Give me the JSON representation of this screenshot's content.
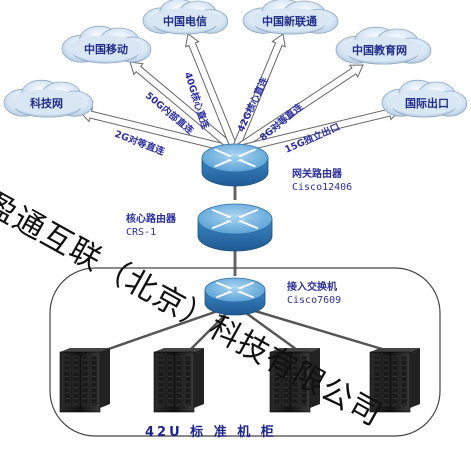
{
  "clouds": [
    {
      "id": "kejiwang",
      "label": "科技网"
    },
    {
      "id": "mobile",
      "label": "中国移动"
    },
    {
      "id": "telecom",
      "label": "中国电信"
    },
    {
      "id": "unicom",
      "label": "中国新联通"
    },
    {
      "id": "cernet",
      "label": "中国教育网"
    },
    {
      "id": "intl",
      "label": "国际出口"
    }
  ],
  "links": [
    {
      "to": "kejiwang",
      "label": "2G对等直连"
    },
    {
      "to": "mobile",
      "label": "50G内部直连"
    },
    {
      "to": "telecom",
      "label": "40G核心直连"
    },
    {
      "to": "unicom",
      "label": "42G核心直连"
    },
    {
      "to": "cernet",
      "label": "8G对等直连"
    },
    {
      "to": "intl",
      "label": "15G独立出口"
    }
  ],
  "devices": {
    "gateway": {
      "name": "网关路由器",
      "model": "Cisco12406"
    },
    "core": {
      "name": "核心路由器",
      "model": "CRS-1"
    },
    "access": {
      "name": "接入交换机",
      "model": "Cisco7609"
    }
  },
  "racks": {
    "count": 4,
    "caption": "42U  标  准  机  柜"
  },
  "watermark": "盈通互联（北京）科技有限公司",
  "colors": {
    "cloud_fill": "#c9dcef",
    "router_top": "#6fb0dc",
    "router_side": "#2f78b4",
    "line": "#555555"
  }
}
